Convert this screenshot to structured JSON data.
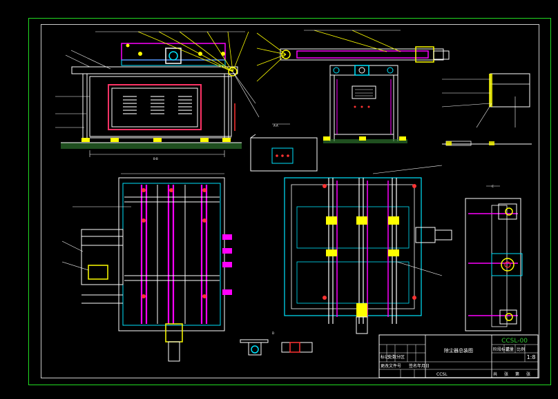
{
  "colors": {
    "background": "#000000",
    "border": "#22dd22",
    "frame": "#ffffff",
    "accent_magenta": "#ff00ff",
    "accent_cyan": "#00e5ff",
    "accent_yellow": "#ffff00",
    "accent_red": "#ff3333",
    "ground_green": "#2f7a2f"
  },
  "title_block": {
    "drawing_number": "CCSL-00",
    "scale": "1:8",
    "title": "除尘器总装图",
    "unit": "CCSL",
    "head_cells": [
      "标记",
      "处数",
      "分区",
      "更改文件号",
      "签名",
      "年月日"
    ],
    "meta_cells": [
      "阶段标记",
      "重量",
      "比例"
    ],
    "footer_cells": [
      "共",
      "张",
      "第",
      "张"
    ]
  },
  "view_labels": [
    "A-A",
    "B-B",
    "C",
    "D"
  ]
}
